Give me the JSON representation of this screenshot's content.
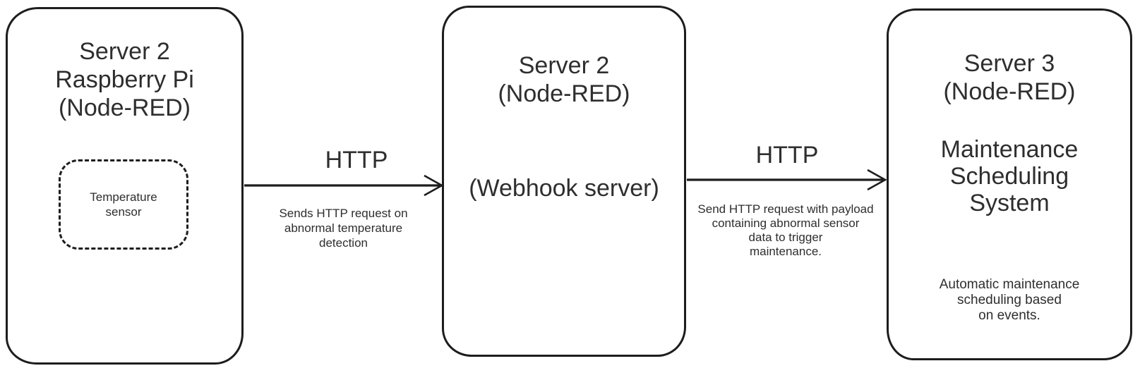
{
  "diagram": {
    "colors": {
      "stroke": "#1d1d1d",
      "text": "#2e2e2e",
      "background": "#ffffff"
    },
    "nodes": [
      {
        "id": "server2-raspberry-pi",
        "title": "Server 2\nRaspberry Pi\n(Node-RED)",
        "sensor_label": "Temperature\nsensor"
      },
      {
        "id": "server2-webhook",
        "title": "Server 2\n(Node-RED)",
        "center_label": "(Webhook server)"
      },
      {
        "id": "server3-maintenance",
        "title": "Server 3\n(Node-RED)",
        "subtitle": "Maintenance\nScheduling\nSystem",
        "description": "Automatic maintenance\nscheduling based\non events."
      }
    ],
    "edges": [
      {
        "id": "edge-pi-to-webhook",
        "label": "HTTP",
        "description": "Sends HTTP request on\nabnormal temperature\ndetection"
      },
      {
        "id": "edge-webhook-to-maintenance",
        "label": "HTTP",
        "description": "Send HTTP request with payload\ncontaining abnormal sensor\ndata to trigger\nmaintenance."
      }
    ]
  }
}
